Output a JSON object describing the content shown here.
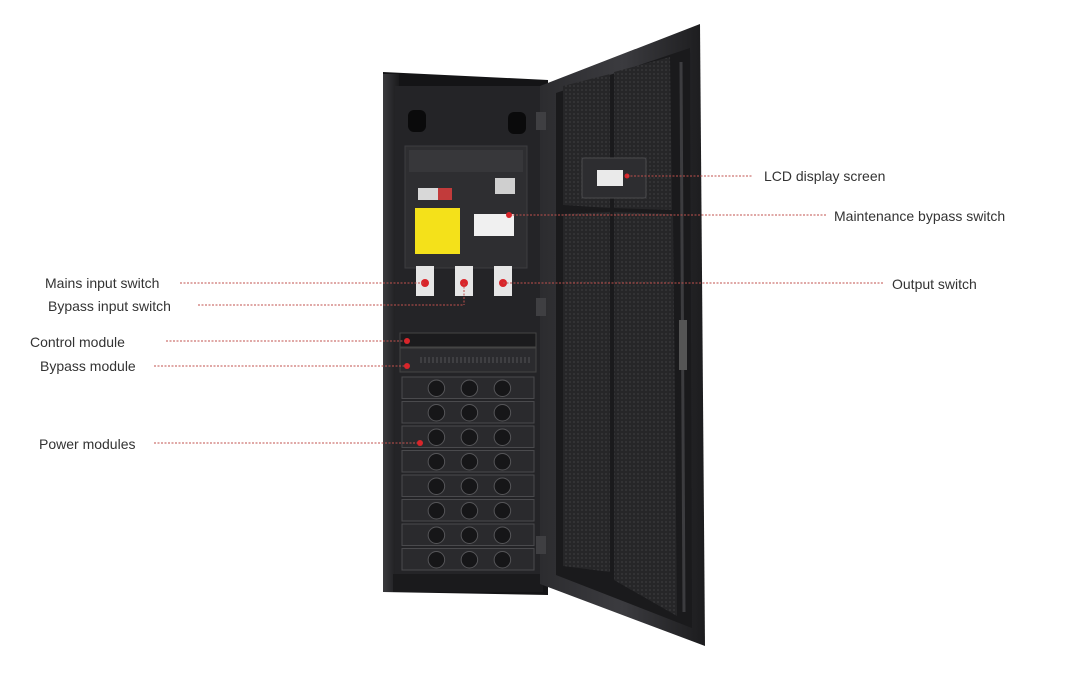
{
  "callouts": {
    "lcd": "LCD display screen",
    "maintenance_bypass": "Maintenance bypass switch",
    "mains_input": "Mains input switch",
    "bypass_input": "Bypass input switch",
    "output_switch": "Output switch",
    "control_module": "Control module",
    "bypass_module": "Bypass module",
    "power_modules": "Power modules"
  },
  "colors": {
    "leader_line": "#c0504d",
    "marker_dot": "#d9252a",
    "cabinet": "#1e1e20",
    "door_mesh": "#2a2a2c",
    "warning_label": "#f4e11a"
  },
  "power_module_count": 8
}
